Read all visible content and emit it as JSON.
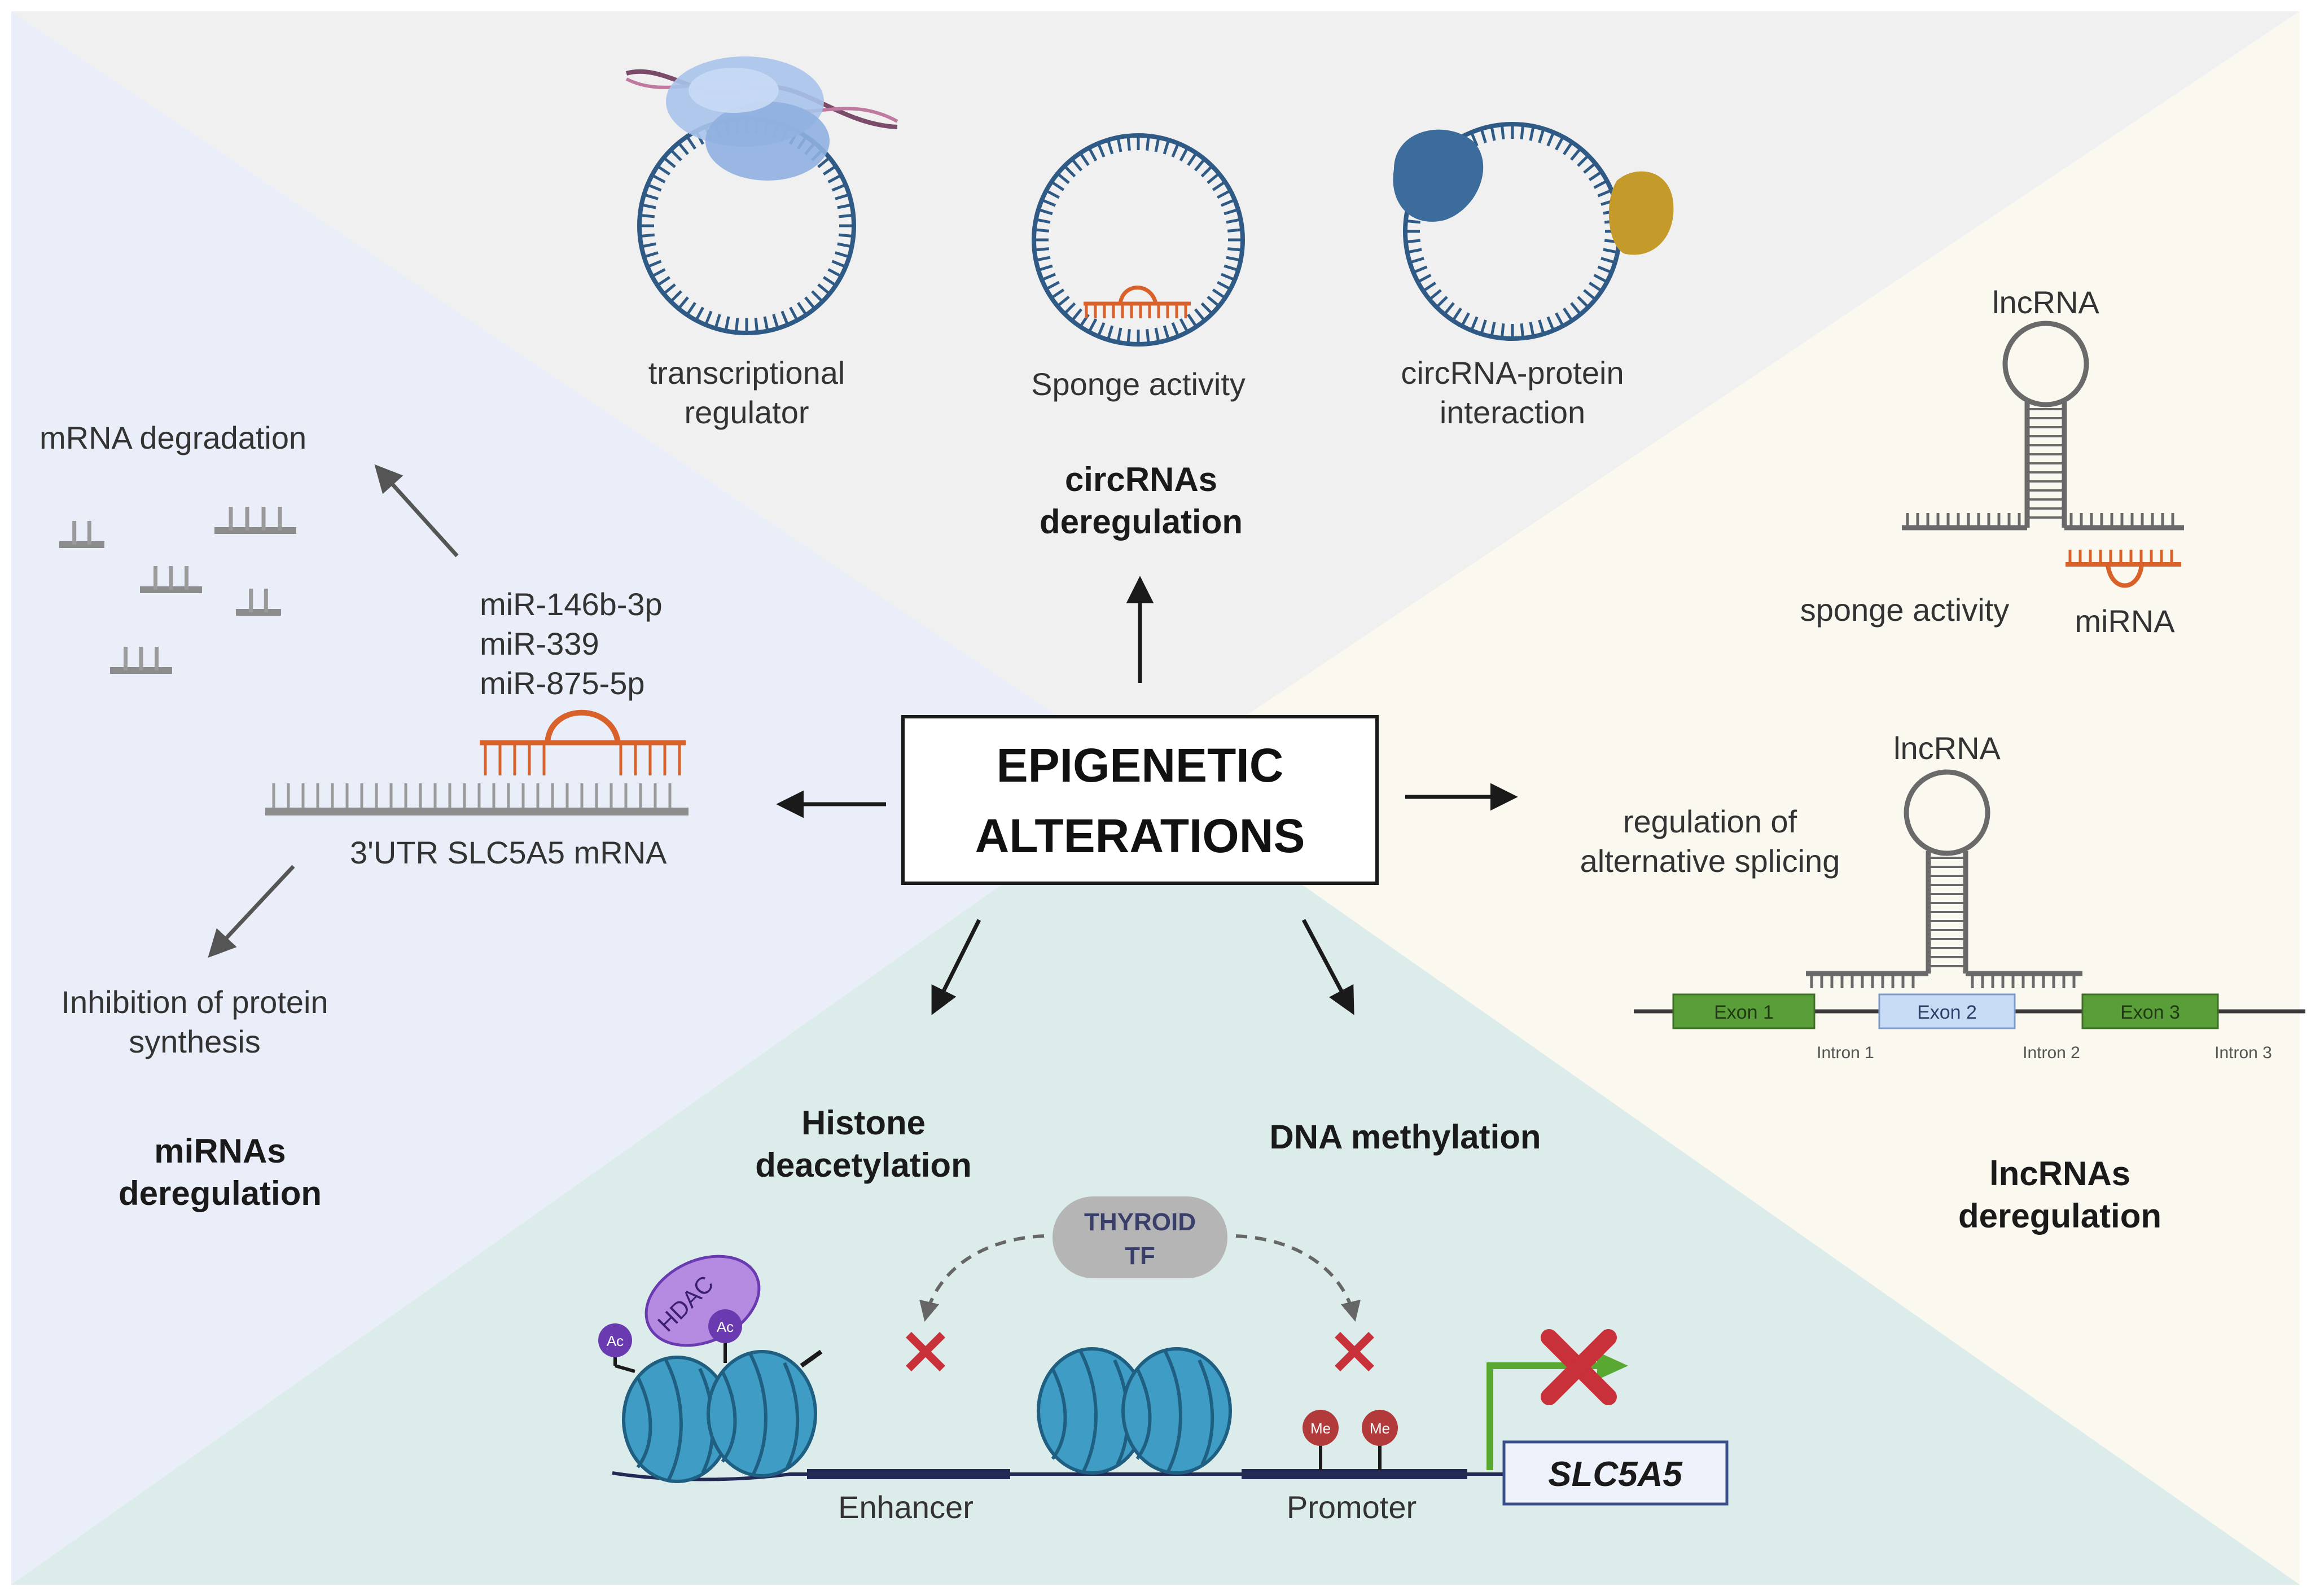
{
  "center": {
    "line1": "EPIGENETIC",
    "line2": "ALTERATIONS"
  },
  "circrna": {
    "title_line1": "circRNAs",
    "title_line2": "deregulation",
    "items": [
      {
        "line1": "transcriptional",
        "line2": "regulator"
      },
      {
        "line1": "Sponge activity",
        "line2": ""
      },
      {
        "line1": "circRNA-protein",
        "line2": "interaction"
      }
    ]
  },
  "mirna": {
    "title_line1": "miRNAs",
    "title_line2": "deregulation",
    "degradation": "mRNA degradation",
    "mirs": [
      "miR-146b-3p",
      "miR-339",
      "miR-875-5p"
    ],
    "utr_label": "3'UTR SLC5A5 mRNA",
    "inhibition_line1": "Inhibition of protein",
    "inhibition_line2": "synthesis"
  },
  "lncrna": {
    "title_line1": "lncRNAs",
    "title_line2": "deregulation",
    "top_label": "lncRNA",
    "sponge": "sponge activity",
    "mirna": "miRNA",
    "bottom_label": "lncRNA",
    "splicing_line1": "regulation of",
    "splicing_line2": "alternative splicing",
    "exons": [
      "Exon 1",
      "Exon 2",
      "Exon 3"
    ],
    "introns": [
      "Intron 1",
      "Intron 2",
      "Intron 3"
    ]
  },
  "bottom": {
    "histone_line1": "Histone",
    "histone_line2": "deacetylation",
    "dna": "DNA methylation",
    "tf_line1": "THYROID",
    "tf_line2": "TF",
    "hdac": "HDAC",
    "ac": "Ac",
    "me": "Me",
    "enhancer": "Enhancer",
    "promoter": "Promoter",
    "gene": "SLC5A5"
  },
  "colors": {
    "left_bg": "#e9eef8",
    "top_bg": "#f0f0f1",
    "right_bg": "#fbf8f0",
    "bottom_bg": "#dcecea",
    "circle": "#2f5a85",
    "mirna": "#d9622b",
    "exon_green": "#5a9e3a",
    "exon_blue": "#c9dcf5",
    "nucleosome": "#3f9cc4",
    "hdac": "#b48be0",
    "ac": "#6a3ab0",
    "me": "#b23a3a",
    "cross": "#c8303a",
    "arrow_green": "#59a832"
  }
}
